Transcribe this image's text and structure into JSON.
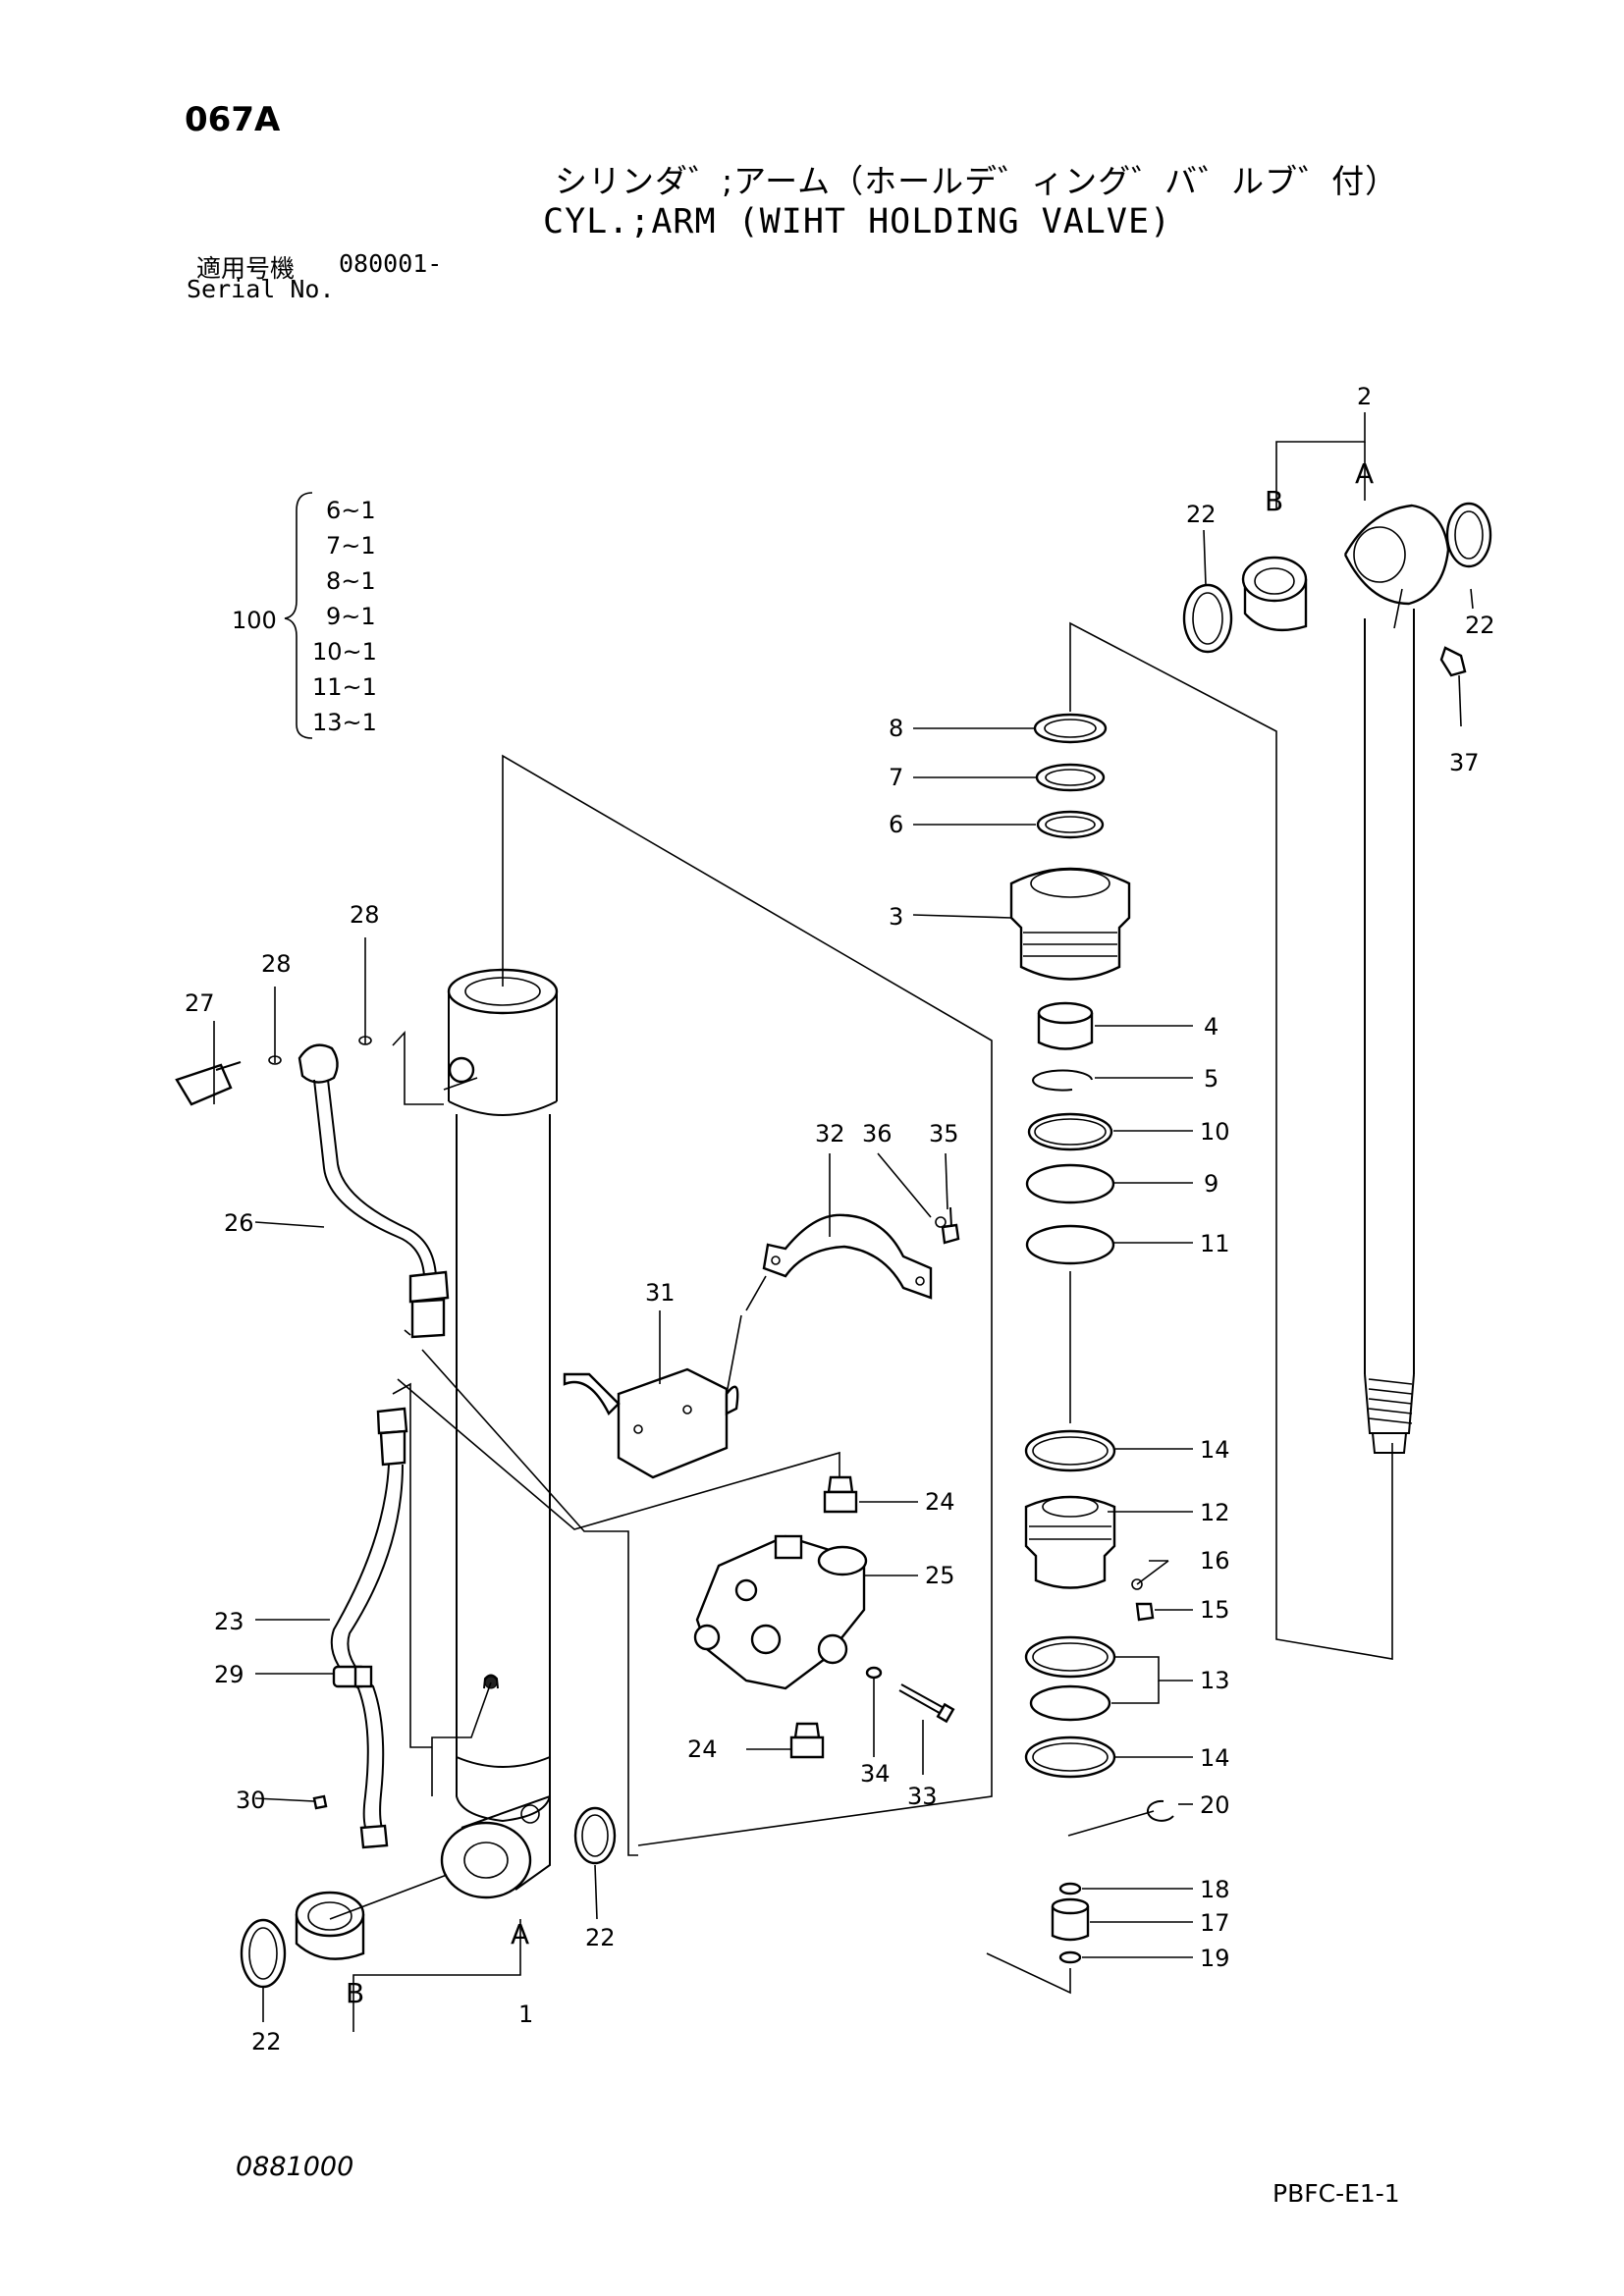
{
  "header": {
    "page_code": "067A",
    "title_jp": "シリンダ゛;アーム（ホールデ゛ィング゛バ゛ルブ゛付）",
    "title_en": "CYL.;ARM (WIHT HOLDING VALVE)",
    "serial_label_jp": "適用号機",
    "serial_value": "080001-",
    "serial_label_en": "Serial No."
  },
  "footer": {
    "doc_number": "0881000",
    "doc_code": "PBFC-E1-1"
  },
  "kit": {
    "number": "100",
    "items": [
      "6~1",
      "7~1",
      "8~1",
      "9~1",
      "10~1",
      "11~1",
      "13~1"
    ]
  },
  "callouts": {
    "c1": "1",
    "c2": "2",
    "cA1": "A",
    "cB1": "B",
    "cA2": "A",
    "cB2": "B",
    "c3": "3",
    "c4": "4",
    "c5": "5",
    "c6": "6",
    "c7": "7",
    "c8": "8",
    "c9": "9",
    "c10": "10",
    "c11": "11",
    "c12": "12",
    "c13": "13",
    "c14a": "14",
    "c14b": "14",
    "c15": "15",
    "c16": "16",
    "c17": "17",
    "c18": "18",
    "c19": "19",
    "c20": "20",
    "c22a": "22",
    "c22b": "22",
    "c22c": "22",
    "c22d": "22",
    "c23": "23",
    "c24a": "24",
    "c24b": "24",
    "c25": "25",
    "c26": "26",
    "c27": "27",
    "c28a": "28",
    "c28b": "28",
    "c29": "29",
    "c30": "30",
    "c31": "31",
    "c32": "32",
    "c33": "33",
    "c34": "34",
    "c35": "35",
    "c36": "36",
    "c37": "37"
  }
}
